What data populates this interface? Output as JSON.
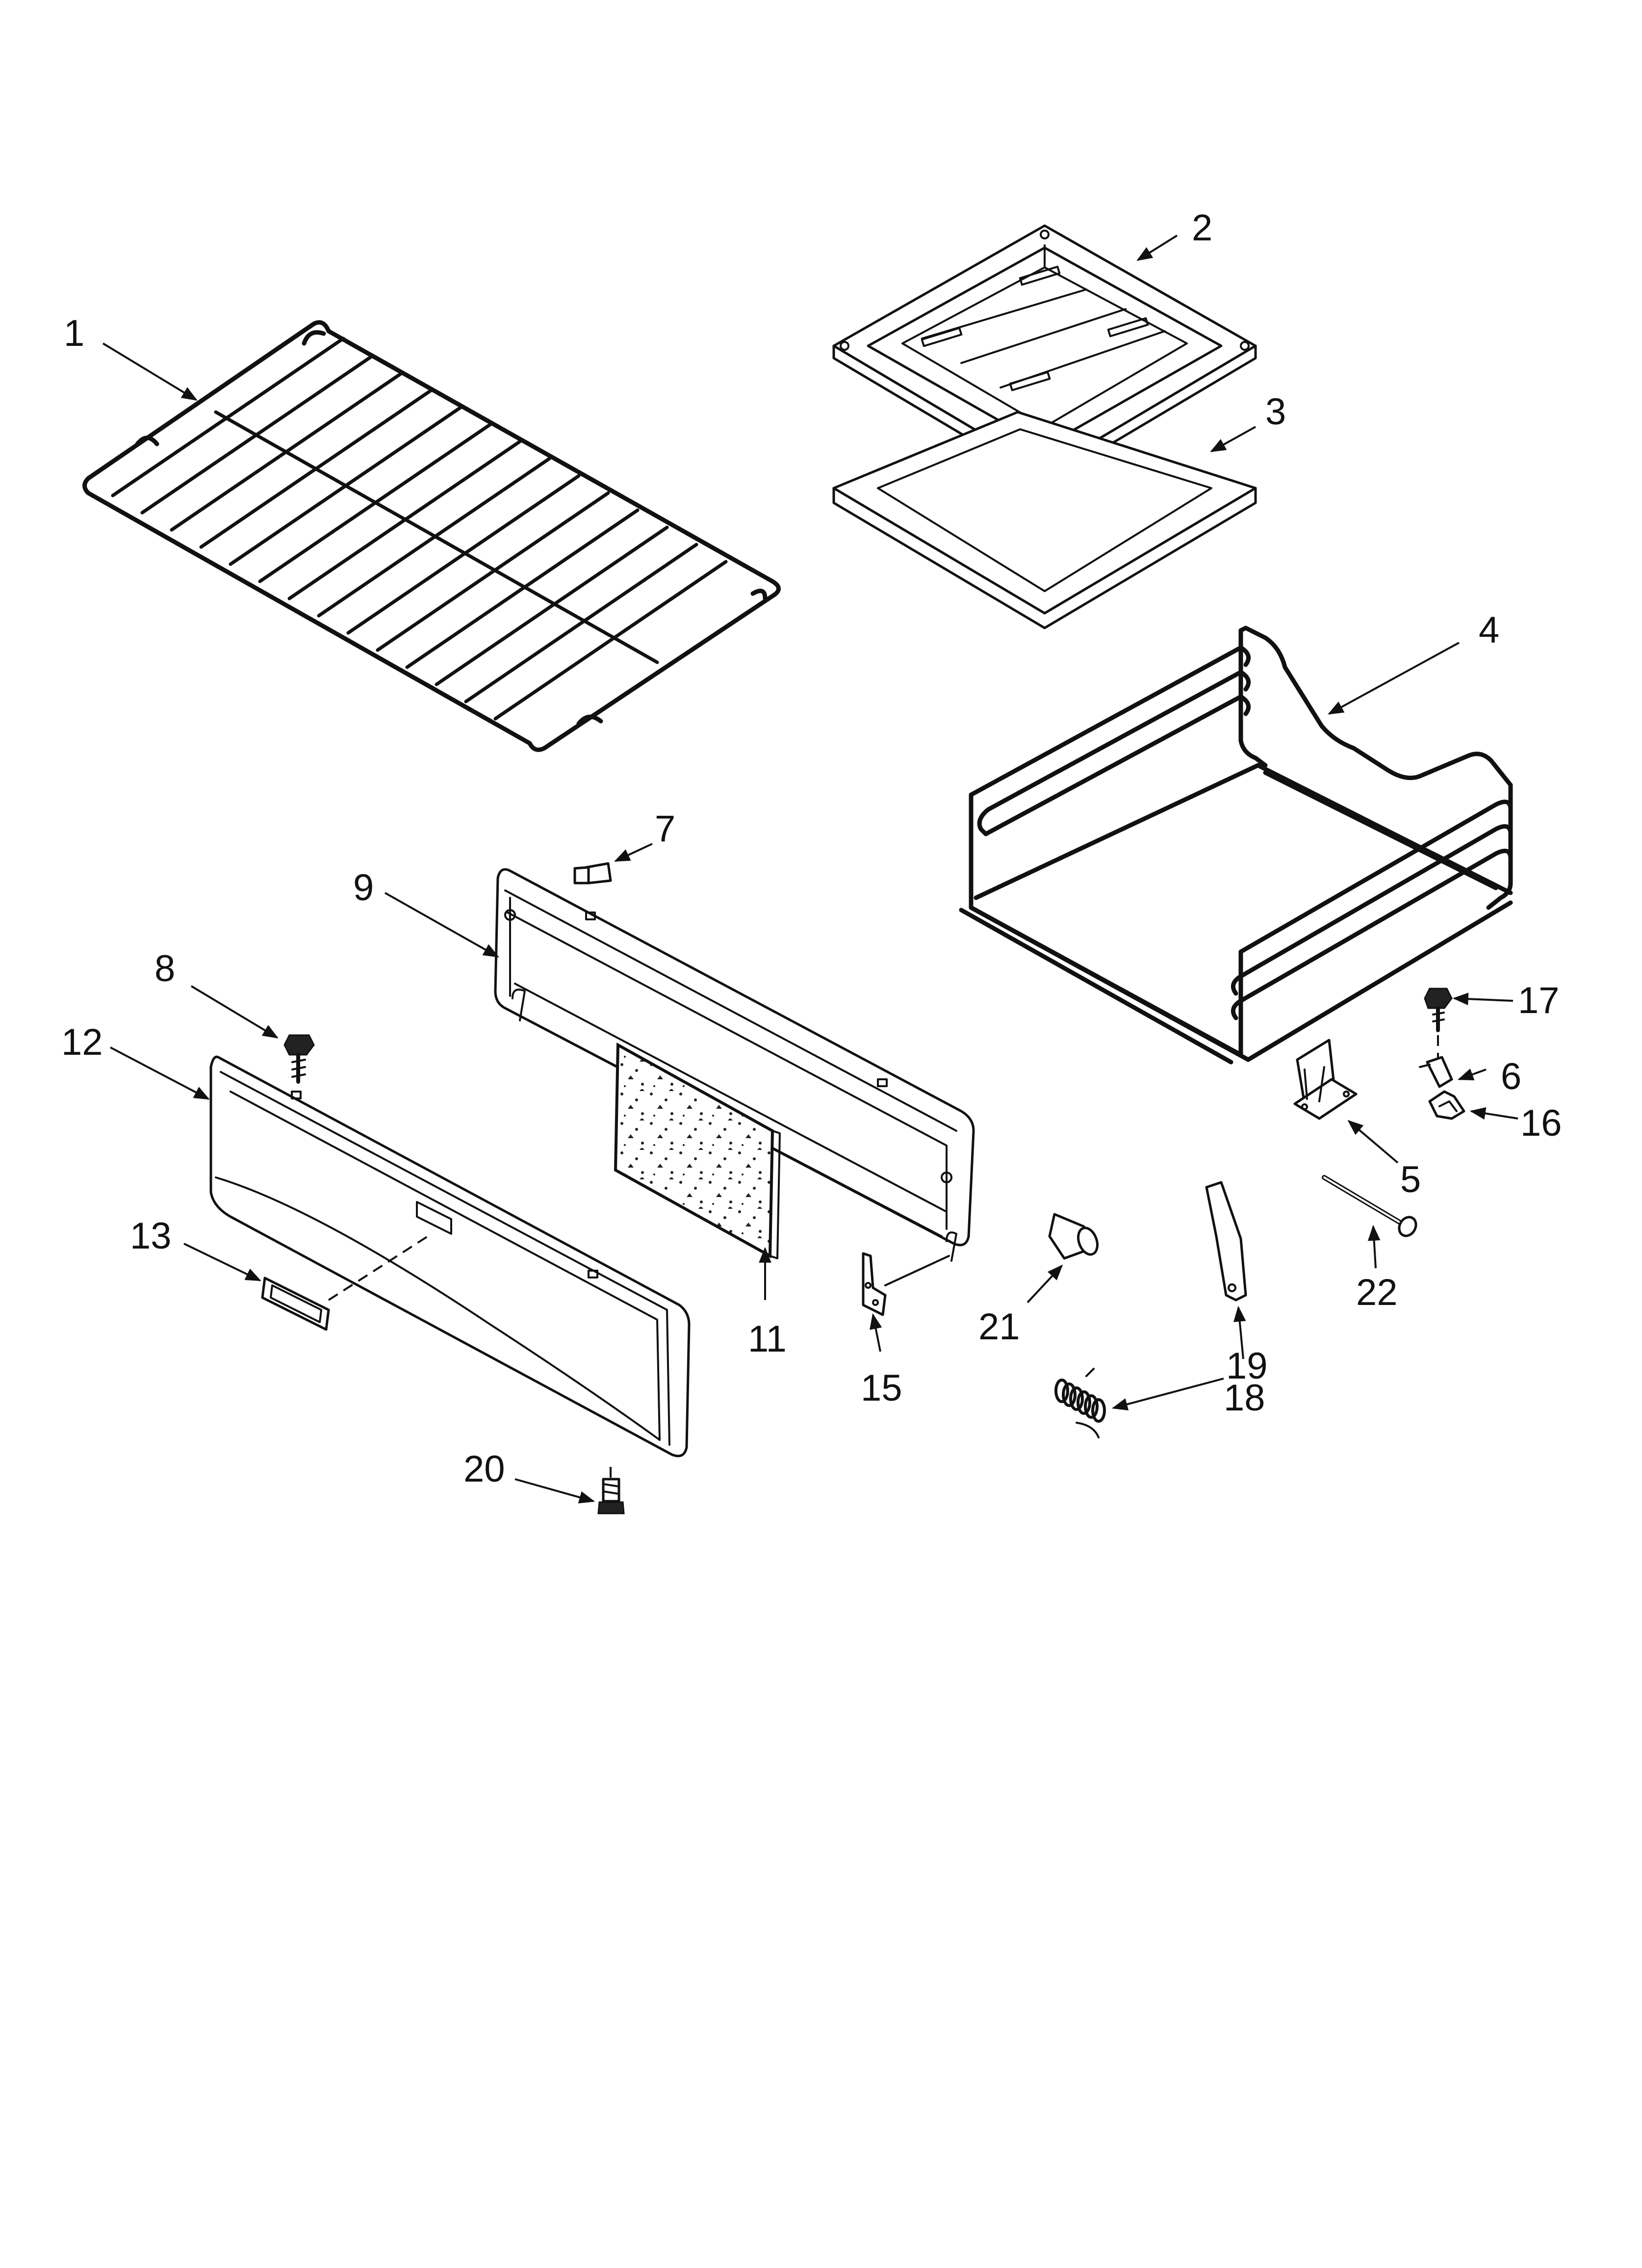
{
  "colors": {
    "line": "#111111",
    "background": "#ffffff"
  },
  "callouts": {
    "c1": "1",
    "c2": "2",
    "c3": "3",
    "c4": "4",
    "c5": "5",
    "c6": "6",
    "c7": "7",
    "c8": "8",
    "c9": "9",
    "c11": "11",
    "c12": "12",
    "c13": "13",
    "c15": "15",
    "c16": "16",
    "c17": "17",
    "c18": "18",
    "c19": "19",
    "c20": "20",
    "c21": "21",
    "c22": "22"
  }
}
